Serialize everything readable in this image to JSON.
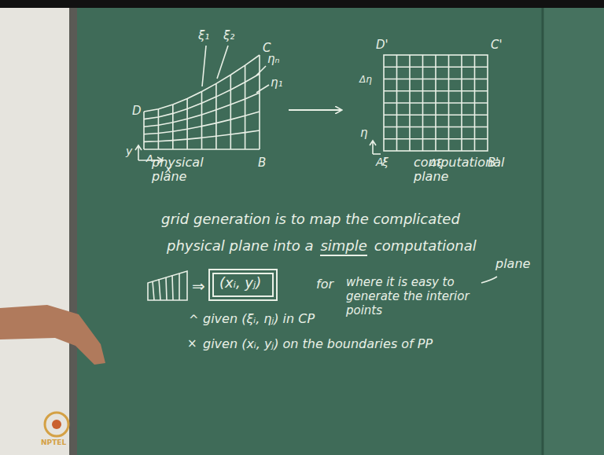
{
  "diagram": {
    "nodes": [
      {
        "text": [
          "physical plane"
        ]
      },
      {
        "text": [
          "computational plane"
        ]
      },
      {
        "text": [
          "(xᵢ, yⱼ)"
        ]
      }
    ],
    "edges": [
      {
        "from": 0,
        "to": 1,
        "arrow": "to"
      }
    ],
    "labels": [
      "D",
      "C",
      "A",
      "B",
      "ξ₁",
      "ξ₂",
      "ηₙ",
      "η₁",
      "y",
      "x",
      "D'",
      "C'",
      "Δη",
      "A'",
      "B'",
      "Δξ",
      "η",
      "ξ",
      "grid generation is to map the complicated",
      "physical plane into a",
      "simple",
      "computational",
      "plane",
      "where it is easy to generate the interior points",
      "⇒",
      "for",
      "^",
      "given (ξᵢ, ηⱼ) in CP",
      "×",
      "given (xᵢ, yⱼ) on the boundaries of PP",
      "NPTEL"
    ]
  }
}
